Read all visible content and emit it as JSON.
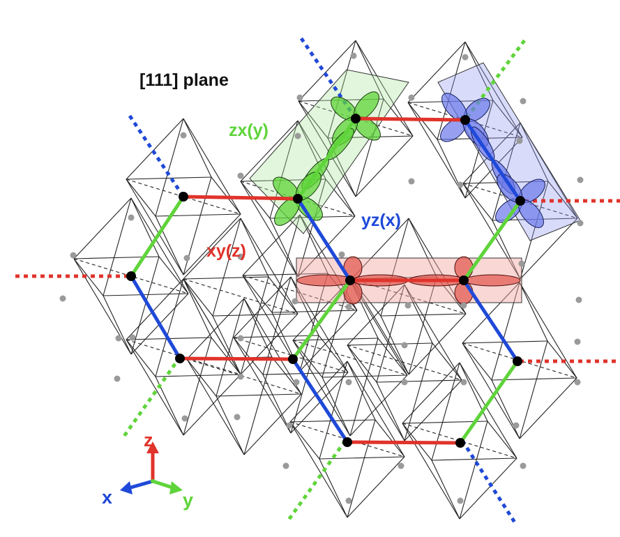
{
  "title": "[111] plane",
  "bond_labels": {
    "zx": "zx(y)",
    "yz": "yz(x)",
    "xy": "xy(z)"
  },
  "axes": {
    "x": "x",
    "y": "y",
    "z": "z"
  },
  "colors": {
    "xy": "#e0332b",
    "yz": "#1f49d8",
    "zx": "#5fd43a",
    "frame": "#222222",
    "site_outer": "#9a9a9a",
    "site_ion": "#000000"
  },
  "icons": {
    "orbital_zx": "green-d-orbital-lobes",
    "orbital_yz": "blue-d-orbital-lobes",
    "orbital_xy": "red-d-orbital-lobes",
    "axes_triad": "xyz-axes-triad"
  }
}
